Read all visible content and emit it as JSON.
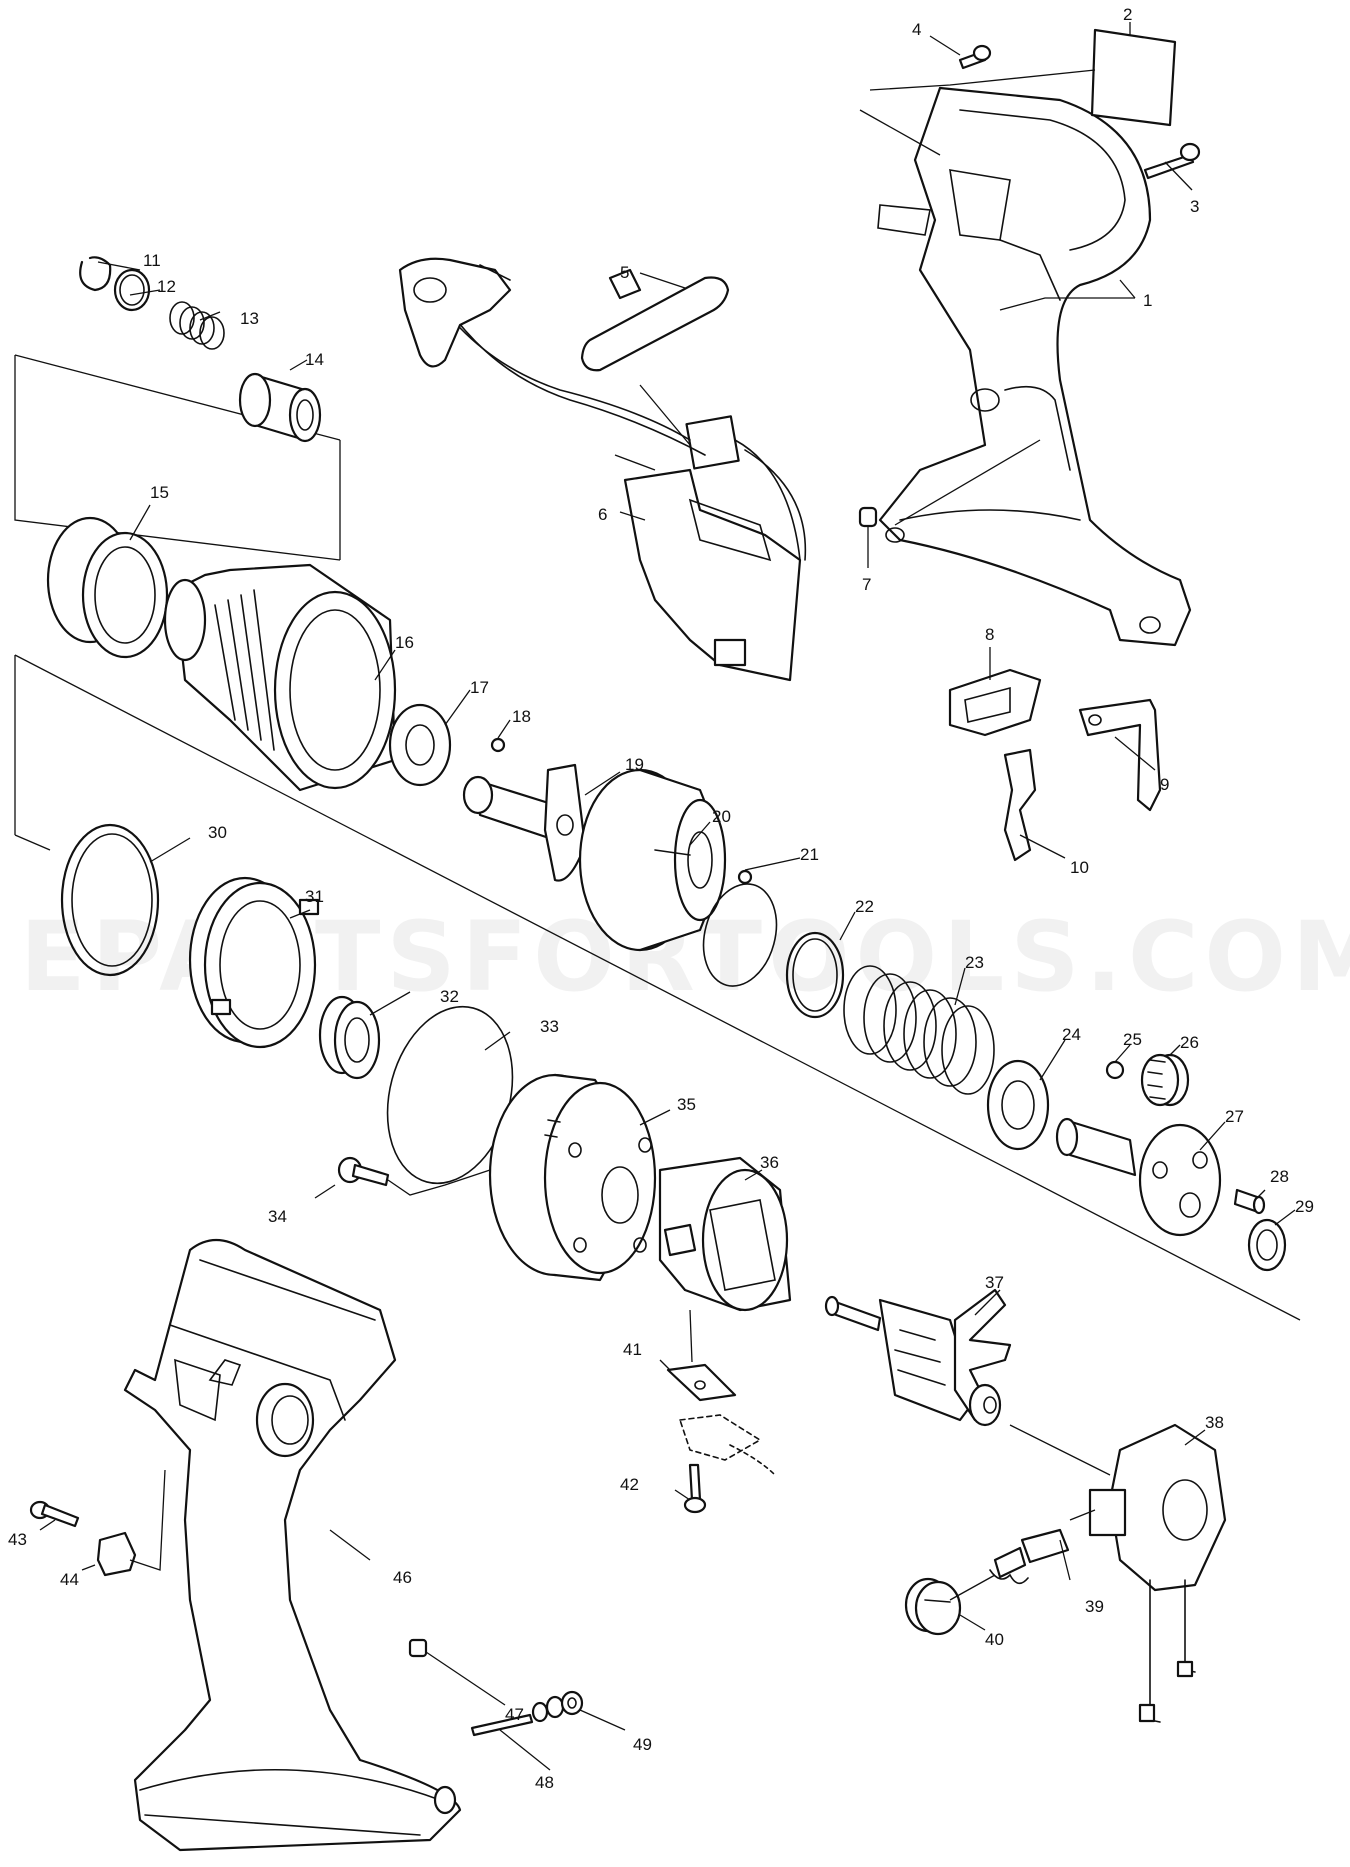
{
  "watermark": "EPARTSFORTOOLS.COM",
  "callouts": [
    "1",
    "2",
    "3",
    "4",
    "5",
    "6",
    "7",
    "8",
    "9",
    "10",
    "11",
    "12",
    "13",
    "14",
    "15",
    "16",
    "17",
    "18",
    "19",
    "20",
    "21",
    "22",
    "23",
    "24",
    "25",
    "26",
    "27",
    "28",
    "29",
    "30",
    "31",
    "32",
    "33",
    "34",
    "35",
    "36",
    "37",
    "38",
    "39",
    "40",
    "41",
    "42",
    "43",
    "44",
    "46",
    "47",
    "48",
    "49"
  ]
}
